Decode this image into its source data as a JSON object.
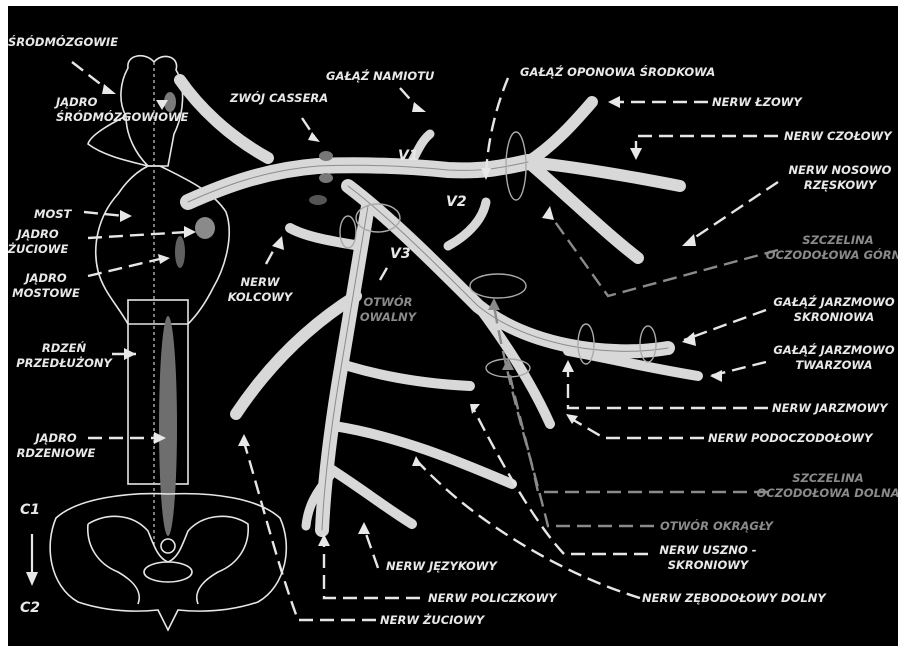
{
  "labels": {
    "srodmozgowie": "ŚRÓDMÓZGOWIE",
    "jadro_srodmozgowiowe": "JĄDRO\nŚRÓDMÓZGOWIOWE",
    "zwoj_cassera": "ZWÓJ CASSERA",
    "galaz_namiotu": "GAŁĄŹ NAMIOTU",
    "galaz_oponowa": "GAŁĄŹ OPONOWA ŚRODKOWA",
    "nerw_lzowy": "NERW ŁZOWY",
    "nerw_czolowy": "NERW CZOŁOWY",
    "nerw_nosowo_rzeskowy": "NERW NOSOWO\nRZĘSKOWY",
    "v1": "V1",
    "v2": "V2",
    "v3": "V3",
    "most": "MOST",
    "jadro_zuciowe": "JĄDRO\nŻUCIOWE",
    "jadro_mostowe": "JĄDRO\nMOSTOWE",
    "nerw_kolcowy": "NERW\nKOLCOWY",
    "otwor_owalny": "OTWÓR\nOWALNY",
    "szczelina_gorna": "SZCZELINA\nOCZODOŁOWA GÓRNA",
    "galaz_jarzmowo_skroniowa": "GAŁĄŹ JARZMOWO\nSKRONIOWA",
    "galaz_jarzmowo_twarzowa": "GAŁĄŹ JARZMOWO\nTWARZOWA",
    "nerw_jarzmowy": "NERW JARZMOWY",
    "nerw_podoczodolowy": "NERW PODOCZODOŁOWY",
    "rdzen_przedluzony": "RDZEŃ\nPRZEDŁUŻONY",
    "jadro_rdzeniowe": "JĄDRO\nRDZENIOWE",
    "szczelina_dolna": "SZCZELINA\nOCZODOŁOWA DOLNA",
    "otwor_okragly": "OTWÓR OKRĄGŁY",
    "nerw_uszno_skroniowy": "NERW USZNO -\nSKRONIOWY",
    "nerw_jezykowy": "NERW JĘZYKOWY",
    "nerw_policzkowy": "NERW POLICZKOWY",
    "nerw_zebodolowy_dolny": "NERW ZĘBODOŁOWY DOLNY",
    "nerw_zuciowy": "NERW ŻUCIOWY",
    "c1": "C1",
    "c2": "C2"
  },
  "colors": {
    "background": "#000000",
    "nerve": "#d8d8d8",
    "label": "#e8e8e8",
    "label_muted": "#8a8a8a",
    "nucleus": "#8a8a8a"
  }
}
